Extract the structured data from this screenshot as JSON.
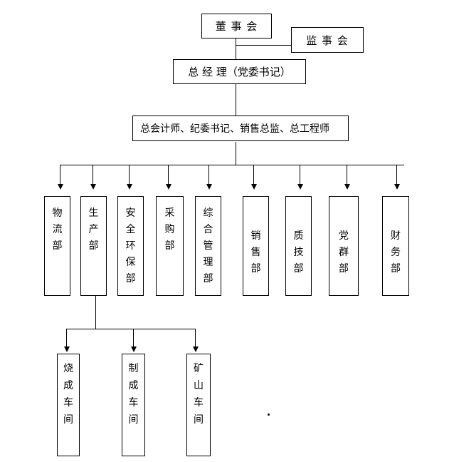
{
  "chart": {
    "board": "董 事 会",
    "supervisory": "监 事 会",
    "general_manager": "总 经 理（党委书记）",
    "staff_officers": "总会计师、纪委书记、销售总监、总工程师",
    "departments": [
      {
        "id": "logistics",
        "label": "物流部"
      },
      {
        "id": "production",
        "label": "生产部"
      },
      {
        "id": "safety-env",
        "label": "安全环保部"
      },
      {
        "id": "procurement",
        "label": "采购部"
      },
      {
        "id": "general-mgmt",
        "label": "综合管理部"
      },
      {
        "id": "sales",
        "label": "销售部"
      },
      {
        "id": "quality-tech",
        "label": "质技部"
      },
      {
        "id": "party-mass",
        "label": "党群部"
      },
      {
        "id": "finance",
        "label": "财务部"
      }
    ],
    "workshops": [
      {
        "id": "sintering",
        "label": "烧成车间"
      },
      {
        "id": "finishing",
        "label": "制成车间"
      },
      {
        "id": "mining",
        "label": "矿山车间"
      }
    ],
    "stray_mark": "."
  },
  "colors": {
    "line": "#000000",
    "text": "#000000",
    "box_fill": "#ffffff",
    "background": "#ffffff"
  }
}
